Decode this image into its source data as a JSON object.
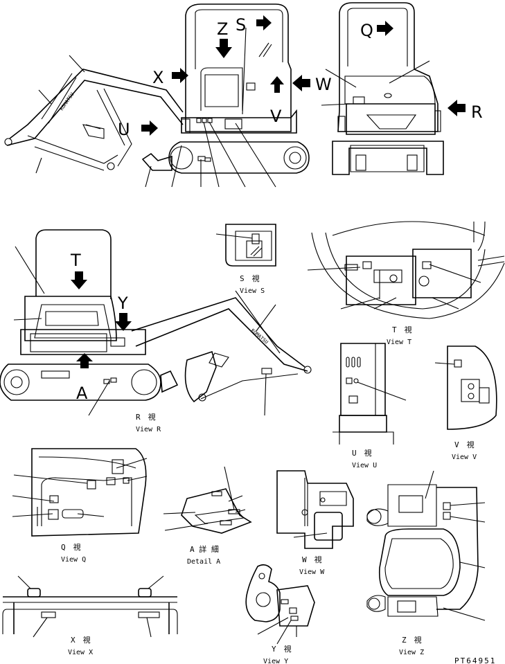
{
  "drawing_id": "PT64951",
  "markers": {
    "z": "Z",
    "s": "S",
    "x": "X",
    "w": "W",
    "u": "U",
    "v": "V",
    "q": "Q",
    "r": "R",
    "t": "T",
    "y": "Y",
    "a": "A"
  },
  "captions": {
    "view_s": {
      "jp": "S　視",
      "en": "View S"
    },
    "view_t": {
      "jp": "T　視",
      "en": "View T"
    },
    "view_r": {
      "jp": "R　視",
      "en": "View R"
    },
    "view_u": {
      "jp": "U　視",
      "en": "View U"
    },
    "view_v": {
      "jp": "V　視",
      "en": "View V"
    },
    "view_q": {
      "jp": "Q　視",
      "en": "View Q"
    },
    "detail_a": {
      "jp": "A 詳 細",
      "en": "Detail A"
    },
    "view_w": {
      "jp": "W　視",
      "en": "View W"
    },
    "view_z": {
      "jp": "Z　視",
      "en": "View Z"
    },
    "view_x": {
      "jp": "X　視",
      "en": "View X"
    },
    "view_y": {
      "jp": "Y　視",
      "en": "View Y"
    }
  }
}
